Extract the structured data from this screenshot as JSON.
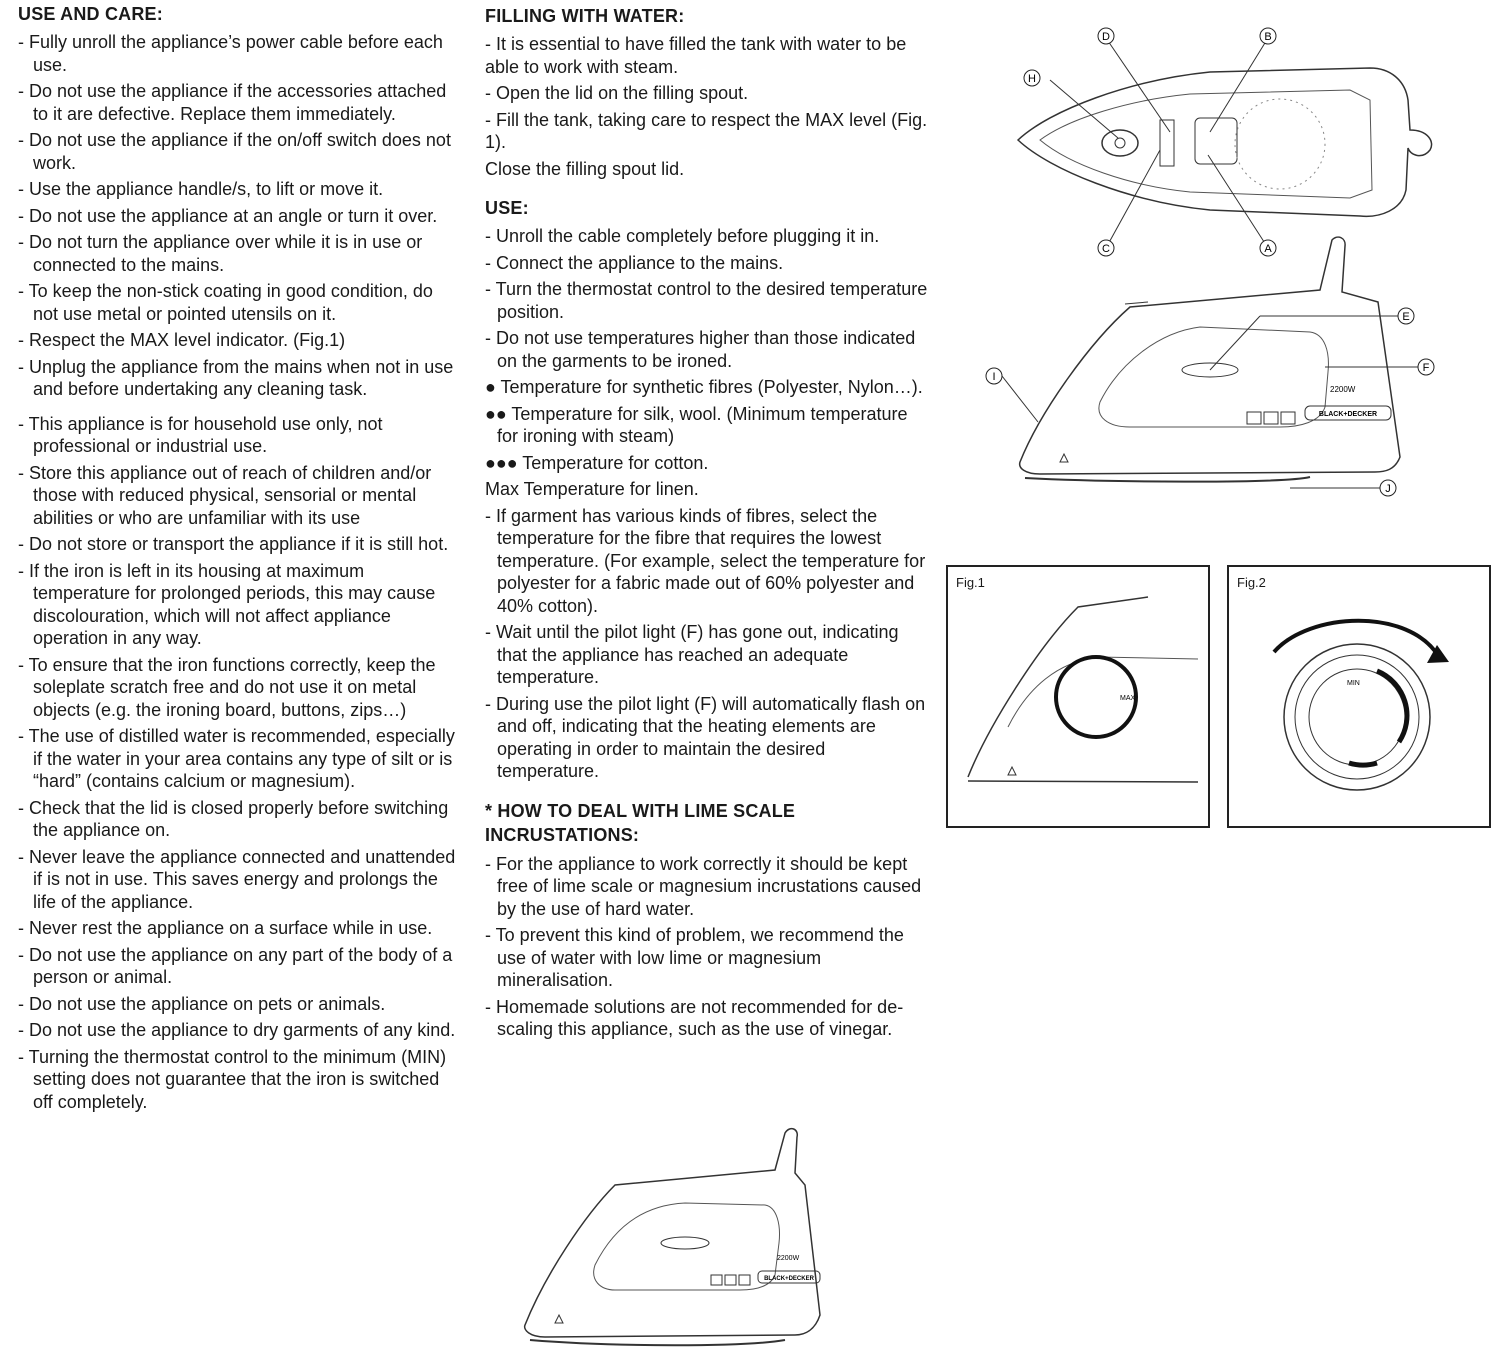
{
  "use_and_care": {
    "heading": "USE AND CARE:",
    "items": [
      "- Fully unroll the appliance’s power cable before each use.",
      "- Do not use the appliance if the accessories attached to it are defective. Replace them immediately.",
      "- Do not use the appliance if the on/off switch does not work.",
      "- Use the appliance handle/s, to lift or move it.",
      "- Do not use the appliance at an angle or turn it over.",
      "- Do not turn the appliance over while it is in use or connected to the mains.",
      "- To keep the non-stick coating in good condition, do not use metal or pointed utensils on it.",
      "- Respect the MAX level indicator. (Fig.1)",
      "- Unplug the appliance from the mains when not in use and before undertaking any cleaning task.",
      "- This appliance is for household use only, not professional or industrial use.",
      "- Store this appliance out of reach of children and/or those with reduced physical, sensorial or mental abilities or who are unfamiliar with its use",
      "- Do not store or transport the appliance if it is still hot.",
      "- If the iron is left in its housing at maximum temperature for prolonged periods, this may cause discolouration, which will not affect appliance operation in any way.",
      "- To ensure that the iron functions correctly, keep the soleplate scratch free and do not use it on metal objects (e.g. the ironing board, buttons, zips…)",
      "- The use of distilled water is recommended, especially if the water in your area contains any type of silt or is “hard” (contains calcium or magnesium).",
      "- Check that the lid is closed properly before switching the appliance on.",
      "- Never leave the appliance connected and unattended if is not in use. This saves energy and prolongs the life of the appliance.",
      "- Never rest the appliance on a surface while in use.",
      "- Do not use the appliance on any part of the body of a person or animal.",
      "- Do not use the appliance on pets or animals.",
      "- Do not use the appliance to dry garments of any kind.",
      "- Turning the thermostat control to the minimum (MIN) setting does not guarantee that the iron is switched off completely."
    ]
  },
  "filling": {
    "heading": "FILLING WITH WATER:",
    "lines": [
      "- It is essential to have filled the tank with water to be able to work with steam.",
      "- Open the lid on the filling spout.",
      "- Fill the tank, taking care to respect the MAX level (Fig. 1).",
      "Close the filling spout lid."
    ]
  },
  "use": {
    "heading": "USE:",
    "items": [
      "- Unroll the cable completely before plugging it in.",
      "- Connect the appliance to the mains.",
      "- Turn the thermostat control to the desired temperature position.",
      "- Do not use temperatures higher than those indicated on the garments to be ironed.",
      "● Temperature for synthetic fibres (Polyester, Nylon…).",
      "●● Temperature for silk, wool. (Minimum temperature for ironing with steam)",
      "●●● Temperature for cotton.",
      "Max Temperature for linen.",
      "- If garment has various kinds of fibres, select the temperature for the fibre that requires the lowest temperature. (For example, select the temperature for polyester for a fabric made out of 60% polyester and 40% cotton).",
      "- Wait until the pilot light (F) has gone out, indicating that the appliance has reached an adequate temperature.",
      "- During use the pilot light (F) will automatically flash on and off, indicating that the heating elements are operating in order to maintain the desired temperature."
    ]
  },
  "lime": {
    "heading": "* HOW TO DEAL WITH LIME SCALE INCRUSTATIONS:",
    "items": [
      "- For the appliance to work correctly it should be kept free of lime scale or magnesium incrustations caused by the use of hard water.",
      "- To prevent this kind of problem, we recommend the use of water with low lime or magnesium mineralisation.",
      "- Homemade solutions are not recommended for de-scaling this appliance, such as the use of vinegar."
    ]
  },
  "diagram_labels": [
    "A",
    "B",
    "C",
    "D",
    "E",
    "F",
    "H",
    "I",
    "J"
  ],
  "iron": {
    "power": "2200W",
    "brand": "BLACK+DECKER"
  },
  "fig1": {
    "label": "Fig.1",
    "max_text": "MAX"
  },
  "fig2": {
    "label": "Fig.2",
    "min_text": "MIN"
  }
}
